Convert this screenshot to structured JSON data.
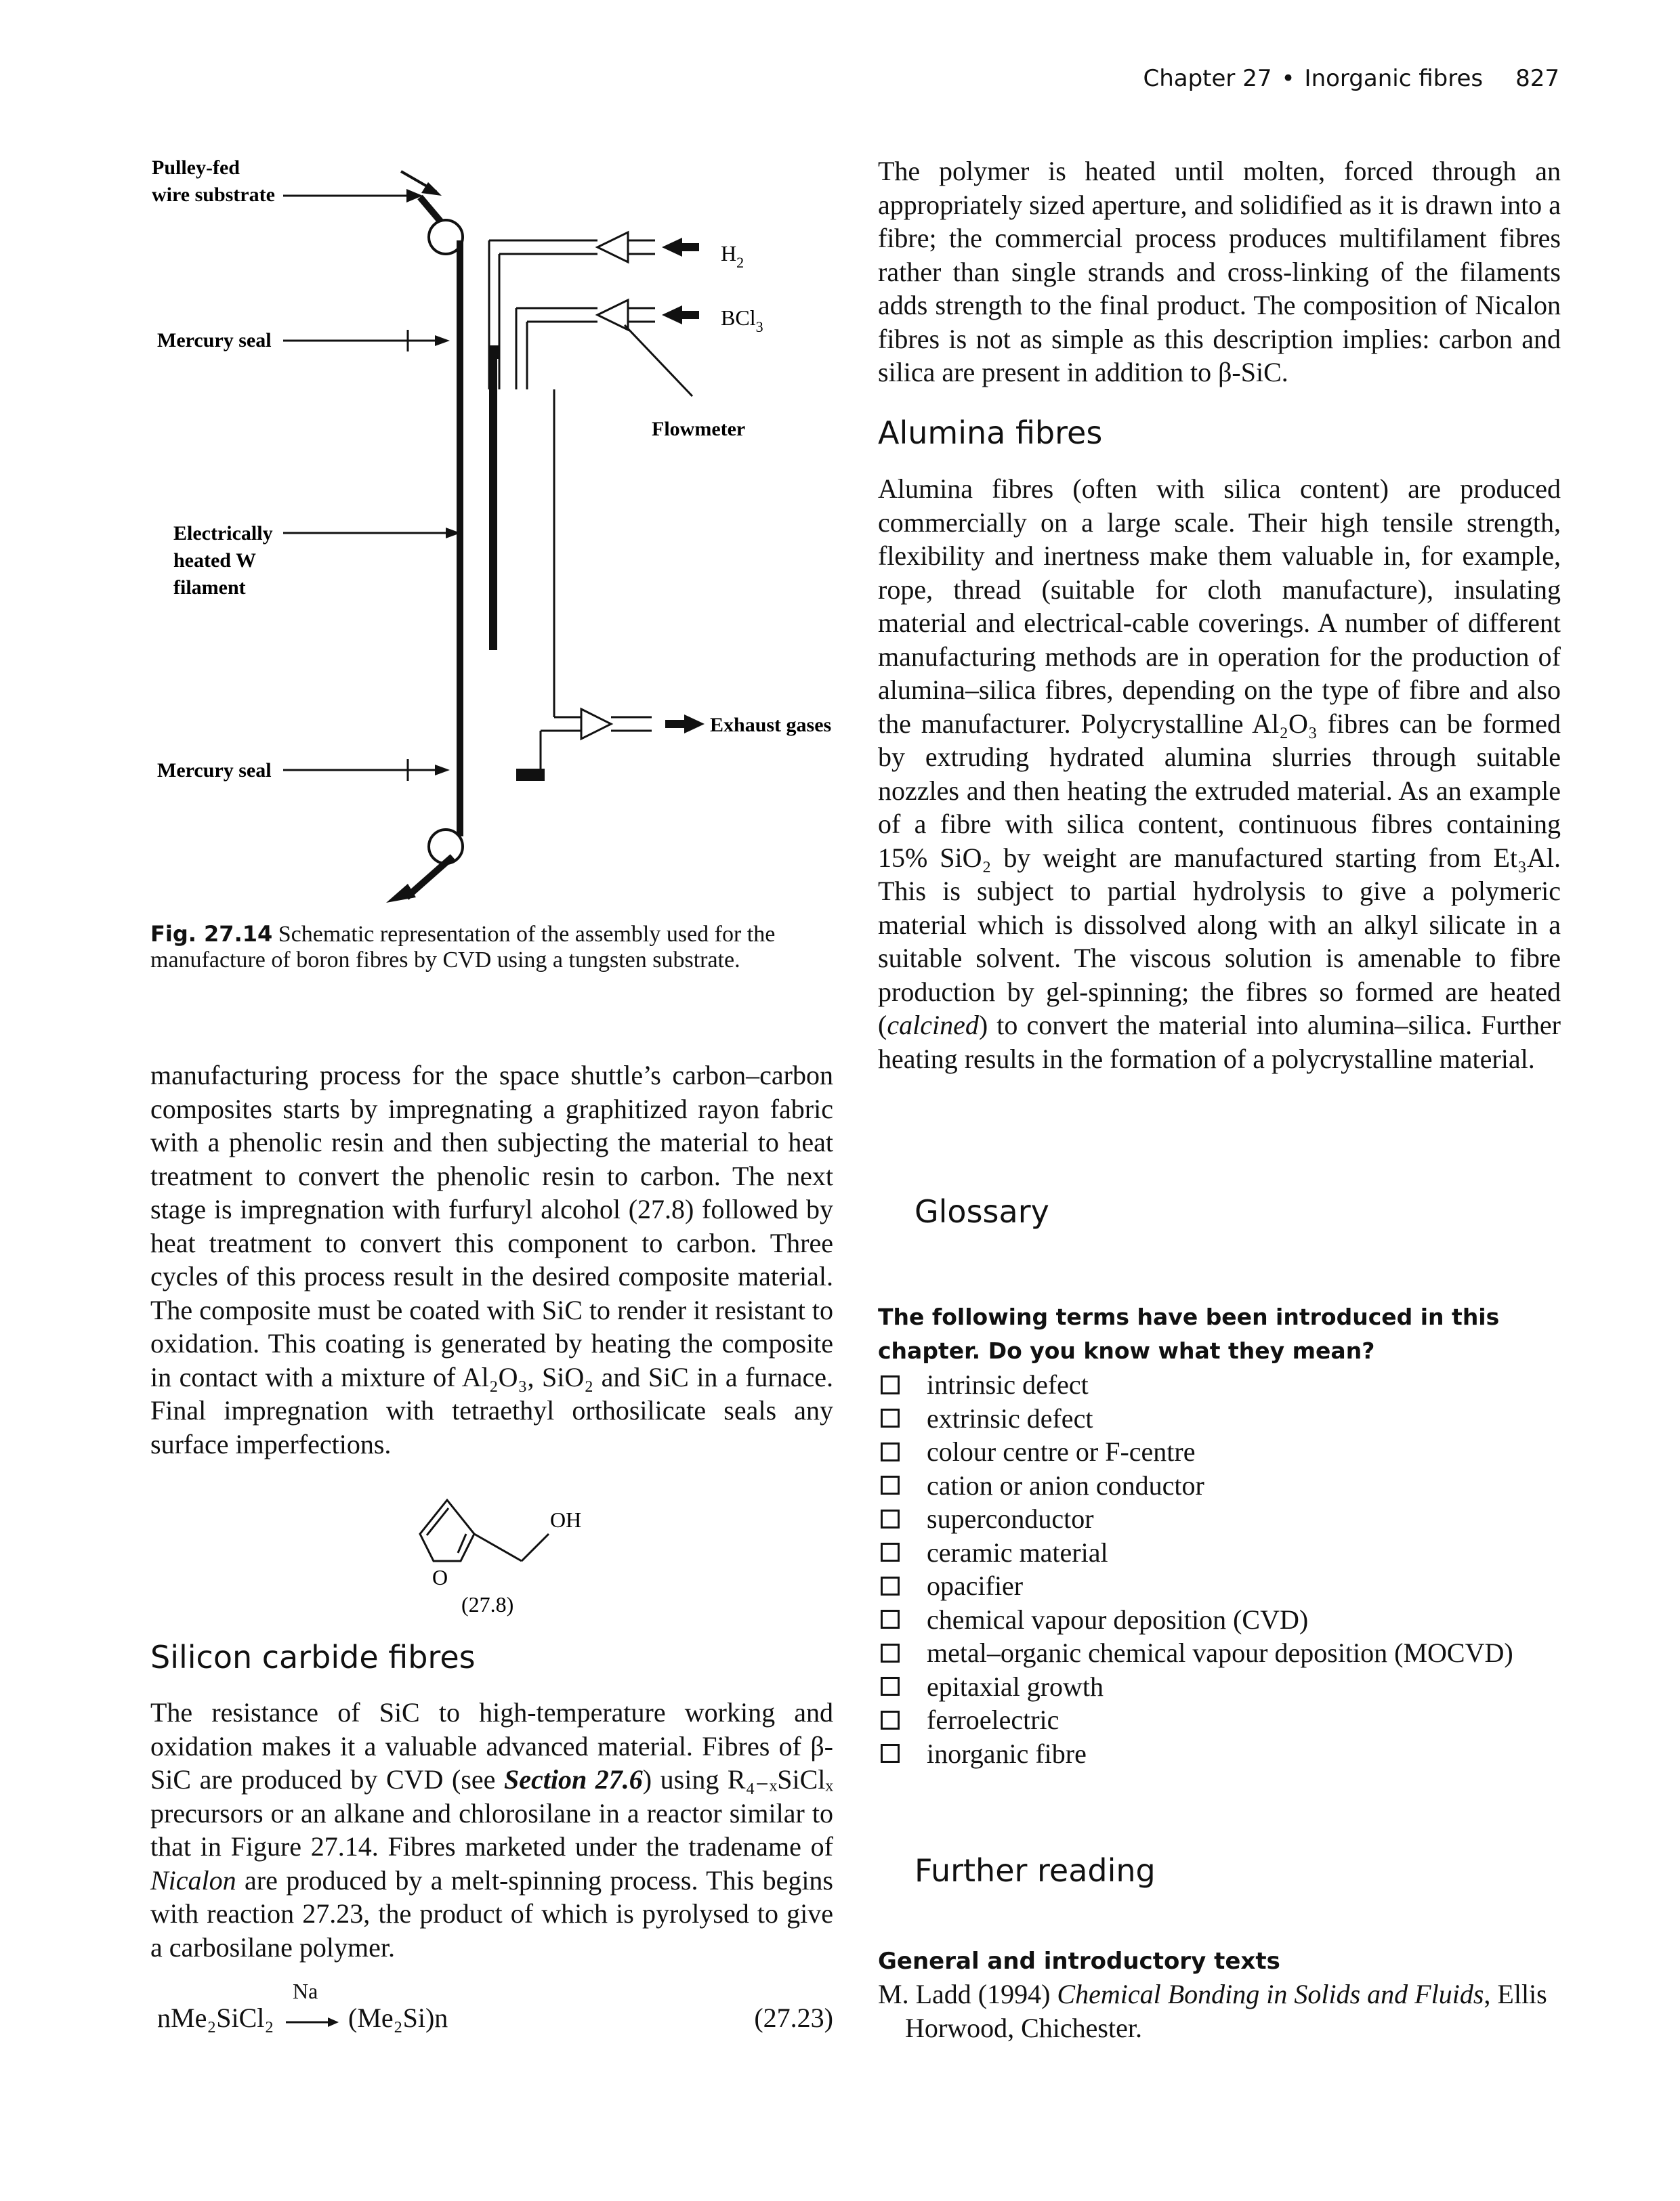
{
  "header": {
    "chapter": "Chapter 27",
    "title": "Inorganic fibres",
    "page": "827"
  },
  "figure": {
    "labels": {
      "wire": [
        "Pulley-fed",
        "wire substrate"
      ],
      "mercury_top": "Mercury seal",
      "filament": [
        "Electrically",
        "heated W",
        "filament"
      ],
      "mercury_bottom": "Mercury seal",
      "h2": "H",
      "h2_sub": "2",
      "bcl3": "BCl",
      "bcl3_sub": "3",
      "flowmeter": "Flowmeter",
      "exhaust": "Exhaust gases"
    },
    "caption_label": "Fig. 27.14",
    "caption_text": "Schematic representation of the assembly used for the manufacture of boron fibres by CVD using a tungsten substrate."
  },
  "left": {
    "para1": "manufacturing process for the space shuttle’s carbon–carbon composites starts by impregnating a graphitized rayon fabric with a phenolic resin and then subjecting the material to heat treatment to convert the phenolic resin to carbon. The next stage is impregnation with furfuryl alcohol (27.8) followed by heat treatment to convert this component to carbon. Three cycles of this process result in the desired composite material. The composite must be coated with SiC to render it resistant to oxidation. This coating is generated by heating the composite in contact with a mixture of Al₂O₃, SiO₂ and SiC in a furnace. Final impregnation with tetra­ethyl orthosilicate seals any surface imperfections.",
    "structure_oh": "OH",
    "structure_o": "O",
    "structure_label": "(27.8)",
    "section_title": "Silicon carbide fibres",
    "para2_a": "The resistance of SiC to high-temperature working and oxidation makes it a valuable advanced material. Fibres of β-SiC are produced by CVD (see ",
    "para2_link": "Section 27.6",
    "para2_b": ") using R₄₋ₓSiClₓ precursors or an alkane and chlorosilane in a reactor similar to that in Figure 27.14. Fibres marketed under the tradename of ",
    "para2_italic": "Nicalon",
    "para2_c": " are produced by a melt-spinning process. This begins with reaction 27.23, the product of which is pyrolysed to give a carbosilane polymer.",
    "equation_lhs": "nMe₂SiCl₂",
    "equation_cat": "Na",
    "equation_rhs": "(Me₂Si)n",
    "equation_number": "(27.23)"
  },
  "right": {
    "para1": "The polymer is heated until molten, forced through an appropriately sized aperture, and solidified as it is drawn into a fibre; the commercial process produces multifilament fibres rather than single strands and cross-linking of the fila­ments adds strength to the final product. The composition of Nicalon fibres is not as simple as this description implies: carbon and silica are present in addition to β-SiC.",
    "section_title": "Alumina fibres",
    "para2_a": "Alumina fibres (often with silica content) are produced commercially on a large scale. Their high tensile strength, flexibility and inertness make them valuable in, for example, rope, thread (suitable for cloth manufacture), insulating material and electrical-cable coverings. A number of different manufacturing methods are in operation for the production of alumina–silica fibres, depending on the type of fibre and also the manufacturer. Polycrystalline Al₂O₃ fibres can be formed by extruding hydrated alumina slurries through suitable nozzles and then heating the extruded material. As an example of a fibre with silica content, continuous fibres containing 15% SiO₂ by weight are manufactured starting from Et₃Al. This is subject to partial hydrolysis to give a polymeric material which is dissolved along with an alkyl silicate in a suitable solvent. The viscous solution is amenable to fibre production by gel-spinning; the fibres so formed are heated (",
    "para2_italic": "calcined",
    "para2_b": ") to convert the material into alumina–silica. Further heating results in the formation of a polycrystalline material.",
    "glossary_title": "Glossary",
    "glossary_intro": "The following terms have been introduced in this chapter. Do you know what they mean?",
    "glossary_items": [
      "intrinsic defect",
      "extrinsic defect",
      "colour centre or F-centre",
      "cation or anion conductor",
      "superconductor",
      "ceramic material",
      "opacifier",
      "chemical vapour deposition (CVD)",
      "metal–organic chemical vapour deposition (MOCVD)",
      "epitaxial growth",
      "ferroelectric",
      "inorganic fibre"
    ],
    "reading_title": "Further reading",
    "reading_subtitle": "General and introductory texts",
    "ref_author": "M. Ladd (1994) ",
    "ref_title": "Chemical Bonding in Solids and Fluids",
    "ref_publisher": ", Ellis Horwood, Chichester."
  }
}
